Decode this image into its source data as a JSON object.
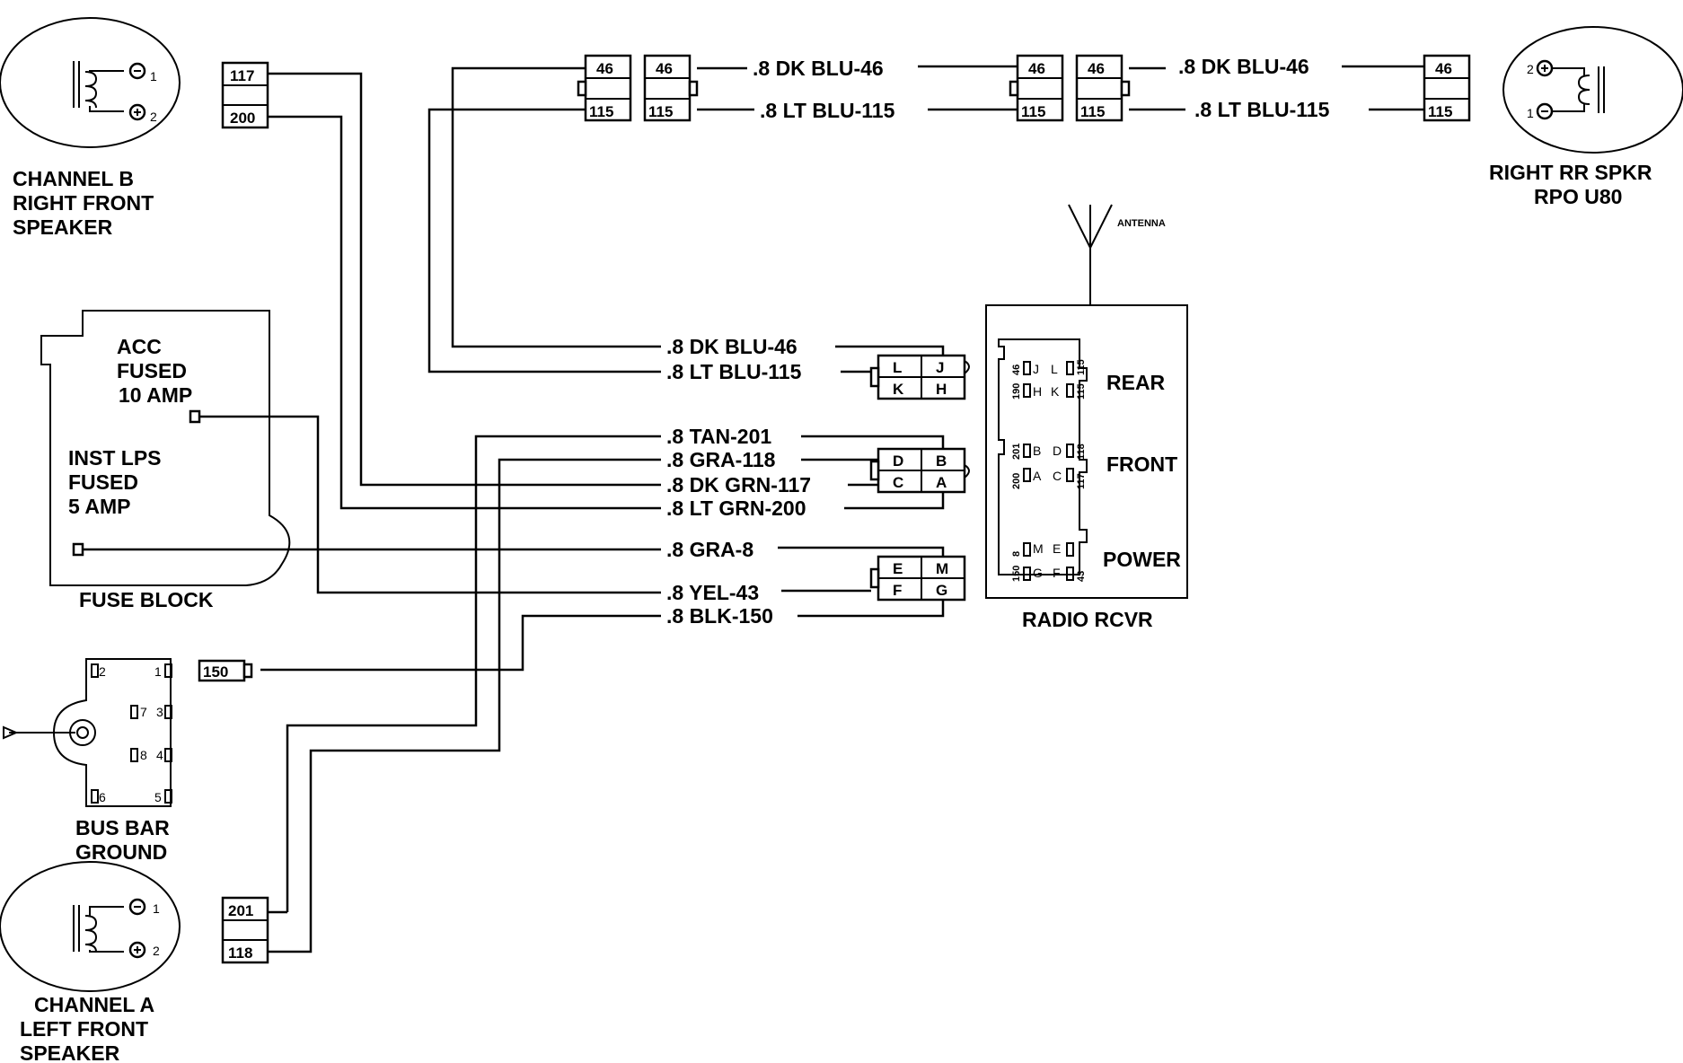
{
  "speakers": {
    "channel_b": {
      "line1": "CHANNEL B",
      "line2": "RIGHT FRONT",
      "line3": "SPEAKER",
      "pin1": "1",
      "pin2": "2"
    },
    "channel_a": {
      "line1": "CHANNEL A",
      "line2": "LEFT FRONT",
      "line3": "SPEAKER",
      "pin1": "1",
      "pin2": "2"
    },
    "right_rear": {
      "line1": "RIGHT RR SPKR",
      "line2": "RPO U80",
      "pin1": "1",
      "pin2": "2"
    }
  },
  "connectors": {
    "top_left": {
      "upper": "117",
      "lower": "200"
    },
    "bottom_left": {
      "upper": "201",
      "lower": "118"
    },
    "ground_150": "150",
    "inline_a_left": {
      "upper": "46",
      "lower": "115"
    },
    "inline_a_right": {
      "upper": "46",
      "lower": "115"
    },
    "inline_b_left": {
      "upper": "46",
      "lower": "115"
    },
    "inline_b_right": {
      "upper": "46",
      "lower": "115"
    },
    "rear_spkr": {
      "upper": "46",
      "lower": "115"
    }
  },
  "wires": {
    "top_dk_blu_1": ".8  DK  BLU-46",
    "top_lt_blu_1": ".8  LT  BLU-115",
    "top_dk_blu_2": ".8  DK  BLU-46",
    "top_lt_blu_2": ".8  LT  BLU-115",
    "rear_dk_blu": ".8  DK  BLU-46",
    "rear_lt_blu": ".8  LT  BLU-115",
    "tan_201": ".8  TAN-201",
    "gra_118": ".8  GRA-118",
    "dk_grn_117": ".8  DK  GRN-117",
    "lt_grn_200": ".8  LT  GRN-200",
    "gra_8": ".8  GRA-8",
    "yel_43": ".8  YEL-43",
    "blk_150": ".8  BLK-150"
  },
  "fuse_block": {
    "acc_line1": "ACC",
    "acc_line2": "FUSED",
    "acc_line3": "10  AMP",
    "inst_line1": "INST  LPS",
    "inst_line2": "FUSED",
    "inst_line3": "5  AMP",
    "title": "FUSE  BLOCK"
  },
  "bus_bar": {
    "line1": "BUS  BAR",
    "line2": "GROUND",
    "pins": [
      "2",
      "1",
      "7",
      "3",
      "8",
      "4",
      "6",
      "5"
    ]
  },
  "radio": {
    "title": "RADIO  RCVR",
    "antenna": "ANTENNA",
    "section_rear": "REAR",
    "section_front": "FRONT",
    "section_power": "POWER",
    "rear_pins": {
      "J": "J",
      "L": "L",
      "H": "H",
      "K": "K",
      "n46": "46",
      "n190": "190",
      "n115a": "115",
      "n115b": "115"
    },
    "front_pins": {
      "B": "B",
      "D": "D",
      "A": "A",
      "C": "C",
      "n201": "201",
      "n200": "200",
      "n118": "118",
      "n117": "117"
    },
    "power_pins": {
      "M": "M",
      "E": "E",
      "G": "G",
      "F": "F",
      "n8": "8",
      "n150": "150",
      "n43": "43"
    }
  },
  "harness": {
    "rear_plug": {
      "L": "L",
      "J": "J",
      "K": "K",
      "H": "H"
    },
    "front_plug": {
      "D": "D",
      "B": "B",
      "C": "C",
      "A": "A"
    },
    "power_plug": {
      "E": "E",
      "M": "M",
      "F": "F",
      "G": "G"
    }
  },
  "colors": {
    "ink": "#000000",
    "paper": "#ffffff"
  }
}
